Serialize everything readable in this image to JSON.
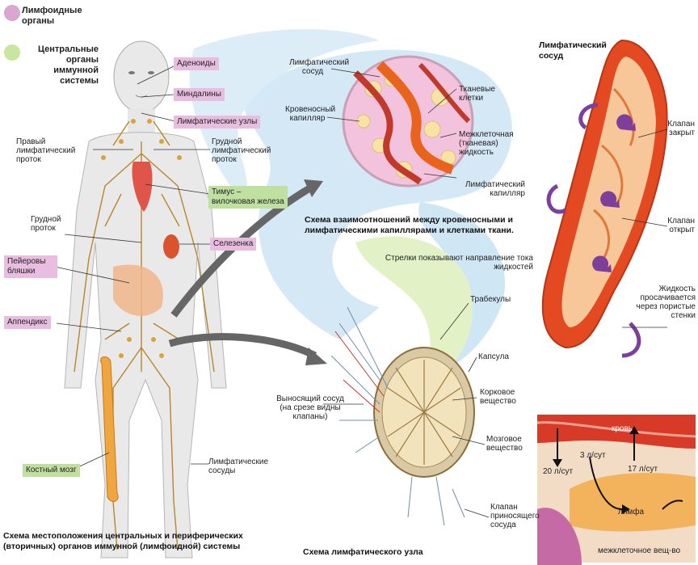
{
  "legend": {
    "lymphoid": "Лимфоидные органы",
    "central": "Центральные органы иммунной системы",
    "colors": {
      "lymphoid": "#d9a6d0",
      "central": "#c8e6a0"
    }
  },
  "body_labels": {
    "adenoids": "Аденоиды",
    "tonsils": "Миндалины",
    "lymph_nodes": "Лимфатические узлы",
    "right_duct": "Правый лимфатический проток",
    "thoracic_duct_top": "Грудной лимфатический проток",
    "thymus": "Тимус – вилочковая железа",
    "thoracic_duct": "Грудной проток",
    "spleen": "Селезенка",
    "peyer": "Пейеровы бляшки",
    "appendix": "Аппендикс",
    "bone_marrow": "Костный мозг",
    "lymph_vessels": "Лимфатические сосуды"
  },
  "capillary": {
    "lymph_vessel": "Лимфатический сосуд",
    "blood_capillary": "Кровеносный капилляр",
    "tissue_cells": "Тканевые клетки",
    "interstitial": "Межклеточная (тканевая) жидкость",
    "lymph_capillary": "Лимфатический капилляр",
    "title": "Схема взаимоотношений между кровеносными и лимфатическими капиллярами и клетками ткани.",
    "note": "Стрелки показывают направление тока жидкостей"
  },
  "node": {
    "trabeculae": "Трабекулы",
    "capsule": "Капсула",
    "cortex": "Корковое вещество",
    "medulla": "Мозговое вещество",
    "efferent": "Выносящий сосуд (на срезе видны клапаны)",
    "afferent": "Клапан приносящего сосуда",
    "title": "Схема лимфатического узла"
  },
  "vessel": {
    "title": "Лимфатический сосуд",
    "closed": "Клапан закрыт",
    "open": "Клапан открыт",
    "fluid": "Жидкость просачивается через пористые стенки"
  },
  "flow": {
    "blood": "кровь",
    "out": "20 л/сут",
    "lymph_rate": "3 л/сут",
    "back": "17 л/сут",
    "lymph": "лимфа",
    "interstitial": "межклеточное вещ-во"
  },
  "main_caption": "Схема местоположения центральных и периферических (вторичных) органов иммунной (лимфоидной) системы"
}
